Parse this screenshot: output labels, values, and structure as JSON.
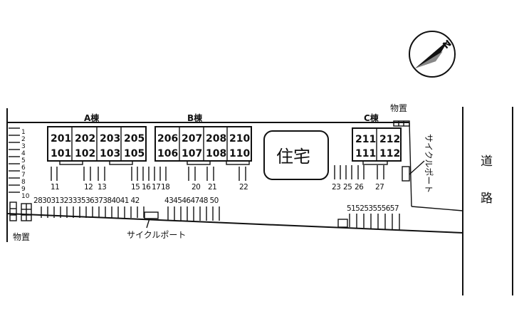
{
  "buildings": [
    {
      "label": "A棟",
      "units": [
        [
          "201",
          "101"
        ],
        [
          "202",
          "102"
        ],
        [
          "203",
          "103"
        ],
        [
          "205",
          "105"
        ]
      ]
    },
    {
      "label": "B棟",
      "units": [
        [
          "206",
          "106"
        ],
        [
          "207",
          "107"
        ],
        [
          "208",
          "108"
        ],
        [
          "210",
          "110"
        ]
      ]
    },
    {
      "label": "C棟",
      "units": [
        [
          "211",
          "111"
        ],
        [
          "212",
          "112"
        ]
      ]
    }
  ],
  "labels": {
    "house": "住宅",
    "road_1": "道",
    "road_2": "路",
    "storage_top": "物置",
    "storage_bottom": "物置",
    "cycle_port_bottom": "サイクルポート",
    "cycle_port_right": "サイクルポート"
  },
  "parking": {
    "left_column": [
      "1",
      "2",
      "3",
      "4",
      "5",
      "6",
      "7",
      "8",
      "9",
      "10"
    ],
    "front_a": [
      "11",
      "12",
      "13",
      "15",
      "16",
      "17",
      "18"
    ],
    "front_b": [
      "20",
      "21",
      "22"
    ],
    "front_c": [
      "23",
      "25",
      "26",
      "27"
    ],
    "bottom_row_1": "2830313233353637384041 42",
    "bottom_row_2": "4345464748 50",
    "bottom_row_3": "515253555657"
  },
  "compass": {
    "north": "N"
  }
}
